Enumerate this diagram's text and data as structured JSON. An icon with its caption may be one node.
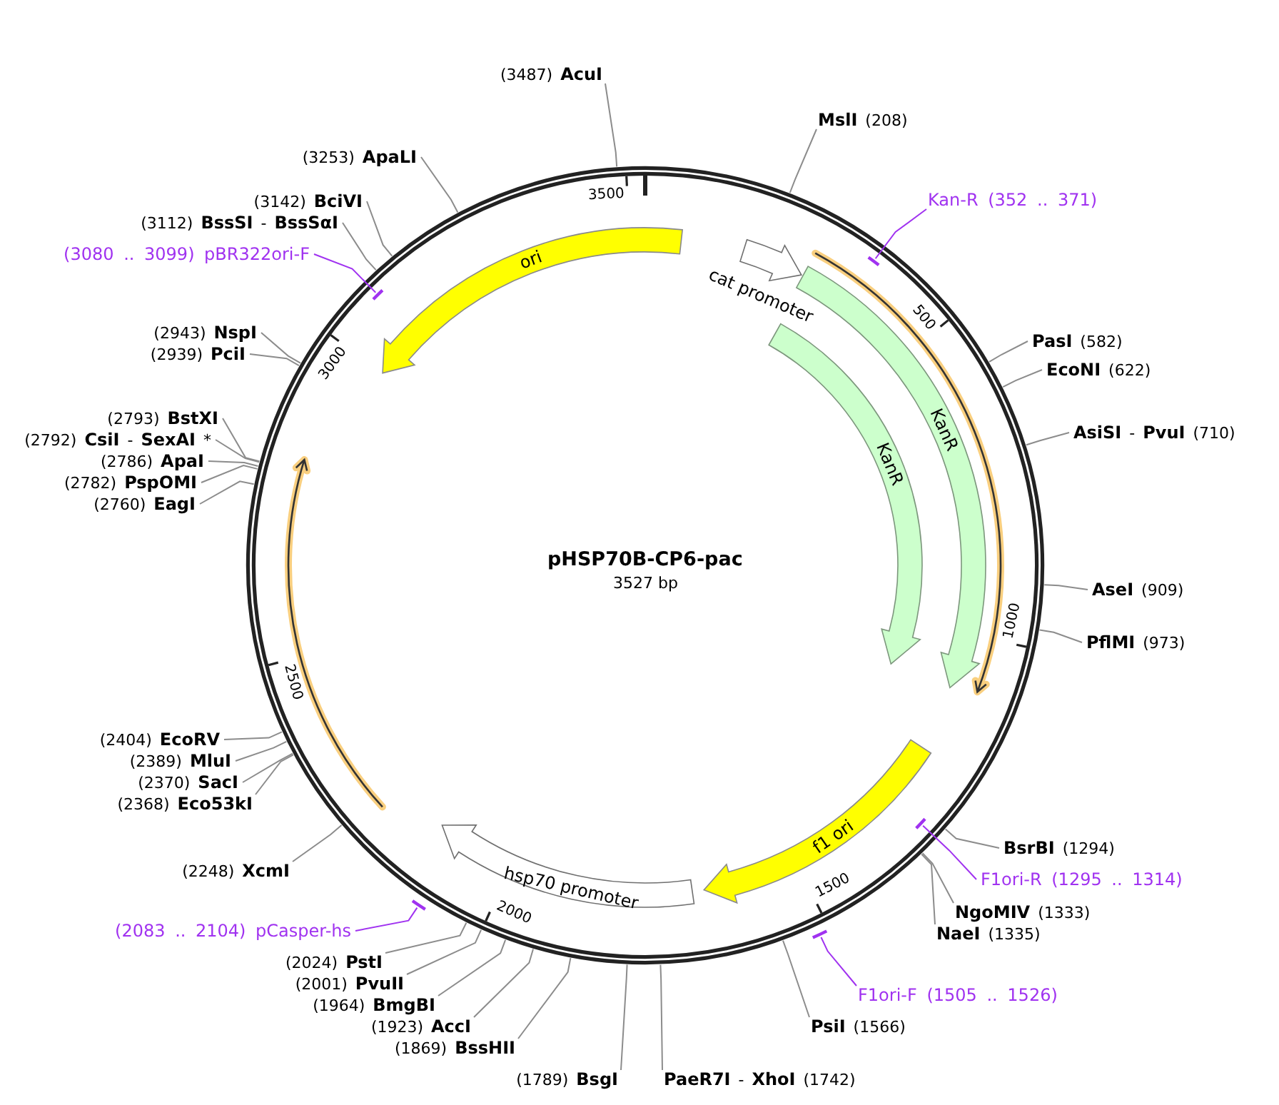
{
  "diagram": {
    "title": "pHSP70B-CP6-pac",
    "nodes": [
      {
        "text": [
          "ori"
        ]
      },
      {
        "text": [
          "cat promoter"
        ]
      },
      {
        "text": [
          "KanR"
        ]
      },
      {
        "text": [
          "KanR"
        ]
      },
      {
        "text": [
          "f1 ori"
        ]
      },
      {
        "text": [
          "hsp70 promoter"
        ]
      },
      {
        "text": [
          "**MslI** (208)"
        ]
      },
      {
        "text": [
          "Kan-R (352 .. 371)"
        ]
      },
      {
        "text": [],
        "shape": "bar"
      },
      {
        "text": [
          "**PasI** (582)"
        ]
      },
      {
        "text": [
          "**EcoNI** (622)"
        ]
      },
      {
        "text": [
          "**AsiSI** - **PvuI** (710)"
        ]
      },
      {
        "text": [
          "**AseI** (909)"
        ]
      },
      {
        "text": [
          "**PflMI** (973)"
        ]
      },
      {
        "text": [
          "**BsrBI** (1294)"
        ]
      },
      {
        "text": [
          "F1ori-R (1295 .. 1314)"
        ]
      },
      {
        "text": [],
        "shape": "bar"
      },
      {
        "text": [
          "**NgoMIV** (1333)"
        ]
      },
      {
        "text": [
          "**NaeI** (1335)"
        ]
      },
      {
        "text": [
          "F1ori-F (1505 .. 1526)"
        ]
      },
      {
        "text": [],
        "shape": "bar"
      },
      {
        "text": [
          "**PsiI** (1566)"
        ]
      },
      {
        "text": [
          "**PaeR7I** - **XhoI** (1742)"
        ]
      },
      {
        "text": [
          "(1789) **BsgI**"
        ]
      },
      {
        "text": [
          "(1869) **BssHII**"
        ]
      },
      {
        "text": [
          "(1923) **AccI**"
        ]
      },
      {
        "text": [
          "(1964) **BmgBI**"
        ]
      },
      {
        "text": [
          "(2001) **PvuII**"
        ]
      },
      {
        "text": [
          "(2024) **PstI**"
        ]
      },
      {
        "text": [
          "(2083 .. 2104) pCasper-hs"
        ]
      },
      {
        "text": [],
        "shape": "bar"
      },
      {
        "text": [
          "(2248) **XcmI**"
        ]
      },
      {
        "text": [
          "(2368) **Eco53kI**"
        ]
      },
      {
        "text": [
          "(2370) **SacI**"
        ]
      },
      {
        "text": [
          "(2389) **MluI**"
        ]
      },
      {
        "text": [
          "(2404) **EcoRV**"
        ]
      },
      {
        "text": [
          "(2760) **EagI**"
        ]
      },
      {
        "text": [
          "(2782) **PspOMI**"
        ]
      },
      {
        "text": [
          "(2786) **ApaI**"
        ]
      },
      {
        "text": [
          "(2792) **CsiI** - **SexAI** *"
        ]
      },
      {
        "text": [
          "(2793) **BstXI**"
        ]
      },
      {
        "text": [
          "(2939) **PciI**"
        ]
      },
      {
        "text": [
          "(2943) **NspI**"
        ]
      },
      {
        "text": [
          "(3080 .. 3099) pBR322ori-F"
        ]
      },
      {
        "text": [],
        "shape": "bar"
      },
      {
        "text": [
          "(3112) **BssSI** - **BssSαI**"
        ]
      },
      {
        "text": [
          "(3142) **BciVI**"
        ]
      },
      {
        "text": [
          "(3253) **ApaLI**"
        ]
      },
      {
        "text": [
          "(3487) **AcuI**"
        ]
      }
    ],
    "edges": [
      {
        "from": 6,
        "to": null,
        "arrow": "none"
      },
      {
        "from": 7,
        "to": 8,
        "arrow": "none",
        "color": "#a032f0"
      },
      {
        "from": 9,
        "to": null,
        "arrow": "none"
      },
      {
        "from": 10,
        "to": null,
        "arrow": "none"
      },
      {
        "from": 11,
        "to": null,
        "arrow": "none"
      },
      {
        "from": 12,
        "to": null,
        "arrow": "none"
      },
      {
        "from": 13,
        "to": null,
        "arrow": "none"
      },
      {
        "from": 14,
        "to": null,
        "arrow": "none"
      },
      {
        "from": 15,
        "to": 16,
        "arrow": "none",
        "color": "#a032f0"
      },
      {
        "from": 17,
        "to": null,
        "arrow": "none"
      },
      {
        "from": 18,
        "to": null,
        "arrow": "none"
      },
      {
        "from": 19,
        "to": 20,
        "arrow": "none",
        "color": "#a032f0"
      },
      {
        "from": 21,
        "to": null,
        "arrow": "none"
      },
      {
        "from": 22,
        "to": null,
        "arrow": "none"
      },
      {
        "from": 23,
        "to": null,
        "arrow": "none"
      },
      {
        "from": 24,
        "to": null,
        "arrow": "none"
      },
      {
        "from": 25,
        "to": null,
        "arrow": "none"
      },
      {
        "from": 26,
        "to": null,
        "arrow": "none"
      },
      {
        "from": 27,
        "to": null,
        "arrow": "none"
      },
      {
        "from": 28,
        "to": null,
        "arrow": "none"
      },
      {
        "from": 29,
        "to": 30,
        "arrow": "none",
        "color": "#a032f0"
      },
      {
        "from": 31,
        "to": null,
        "arrow": "none"
      },
      {
        "from": 32,
        "to": null,
        "arrow": "none"
      },
      {
        "from": 33,
        "to": null,
        "arrow": "none"
      },
      {
        "from": 34,
        "to": null,
        "arrow": "none"
      },
      {
        "from": 35,
        "to": null,
        "arrow": "none"
      },
      {
        "from": 36,
        "to": null,
        "arrow": "none"
      },
      {
        "from": 37,
        "to": null,
        "arrow": "none"
      },
      {
        "from": 38,
        "to": null,
        "arrow": "none"
      },
      {
        "from": 39,
        "to": null,
        "arrow": "none"
      },
      {
        "from": 40,
        "to": null,
        "arrow": "none"
      },
      {
        "from": 41,
        "to": null,
        "arrow": "none"
      },
      {
        "from": 42,
        "to": null,
        "arrow": "none"
      },
      {
        "from": 43,
        "to": 44,
        "arrow": "none",
        "color": "#a032f0"
      },
      {
        "from": 45,
        "to": null,
        "arrow": "none"
      },
      {
        "from": 46,
        "to": null,
        "arrow": "none"
      },
      {
        "from": 47,
        "to": null,
        "arrow": "none"
      },
      {
        "from": 48,
        "to": null,
        "arrow": "none"
      }
    ],
    "labels": [
      "3527 bp",
      "500",
      "1000",
      "1500",
      "2000",
      "2500",
      "3000",
      "3500"
    ]
  }
}
